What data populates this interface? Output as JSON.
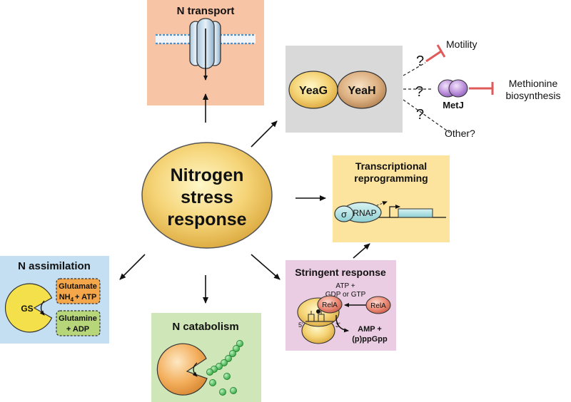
{
  "center": {
    "line1": "Nitrogen",
    "line2": "stress",
    "line3": "response"
  },
  "n_transport": {
    "title": "N transport"
  },
  "yea_box": {
    "protein_a": "YeaG",
    "protein_b": "YeaH",
    "question_marks": [
      "?",
      "?",
      "?"
    ],
    "target_motility": "Motility",
    "metj_label": "MetJ",
    "target_methionine_line1": "Methionine",
    "target_methionine_line2": "biosynthesis",
    "target_other": "Other?"
  },
  "transcription": {
    "title_line1": "Transcriptional",
    "title_line2": "reprogramming",
    "sigma": "σ",
    "rnap": "RNAP"
  },
  "assimilation": {
    "title": "N assimilation",
    "enzyme": "GS",
    "substrate_line1": "Glutamate",
    "substrate_line2_a": "NH",
    "substrate_line2_sub": "4",
    "substrate_line2_b": "+ ATP",
    "product_line1": "Glutamine",
    "product_line2": "+ ADP"
  },
  "catabolism": {
    "title": "N catabolism"
  },
  "stringent": {
    "title": "Stringent response",
    "substrate_line1": "ATP +",
    "substrate_line2": "GDP or GTP",
    "rela_bound": "RelA",
    "rela_free": "RelA",
    "five_prime": "5'",
    "three_prime": "3'",
    "product_line1": "AMP +",
    "product_line2": "(p)ppGpp"
  },
  "colors": {
    "transport_bg": "#f7c4a5",
    "yea_bg": "#d9d9d9",
    "transcription_bg": "#fce49e",
    "assimilation_bg": "#c5dff2",
    "catabolism_bg": "#cfe6b8",
    "stringent_bg": "#ebcde3",
    "inhibit": "#e05a5a",
    "metj": "#b68ad8",
    "bead": "#3db84a"
  }
}
